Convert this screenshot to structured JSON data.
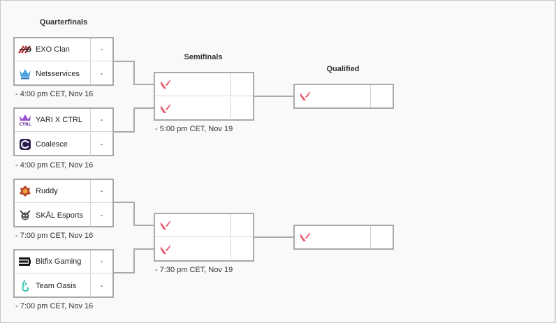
{
  "rounds": {
    "quarterfinals": "Quarterfinals",
    "semifinals": "Semifinals",
    "qualified": "Qualified"
  },
  "quarterfinals": [
    {
      "team1": {
        "name": "EXO Clan",
        "score": "-",
        "icon": "exo-clan-logo-icon"
      },
      "team2": {
        "name": "Netsservices",
        "score": "-",
        "icon": "netsservices-logo-icon"
      },
      "date": "-  4:00 pm CET, Nov 16"
    },
    {
      "team1": {
        "name": "YARI X CTRL",
        "score": "-",
        "icon": "yari-ctrl-logo-icon"
      },
      "team2": {
        "name": "Coalesce",
        "score": "-",
        "icon": "coalesce-logo-icon"
      },
      "date": "-  4:00 pm CET, Nov 16"
    },
    {
      "team1": {
        "name": "Ruddy",
        "score": "-",
        "icon": "ruddy-logo-icon"
      },
      "team2": {
        "name": "SKÅL Esports",
        "score": "-",
        "icon": "skal-logo-icon"
      },
      "date": "-  7:00 pm CET, Nov 16"
    },
    {
      "team1": {
        "name": "Bitfix Gaming",
        "score": "-",
        "icon": "bitfix-logo-icon"
      },
      "team2": {
        "name": "Team Oasis",
        "score": "-",
        "icon": "team-oasis-logo-icon"
      },
      "date": "-  7:00 pm CET, Nov 16"
    }
  ],
  "semifinals": [
    {
      "date": "-  5:00 pm CET, Nov 19"
    },
    {
      "date": "-  7:30 pm CET, Nov 19"
    }
  ],
  "colors": {
    "valorant_red": "#e8576b",
    "border": "#a9a9a9",
    "background": "#f9f9f9"
  },
  "placeholder_icon": "valorant-logo-icon"
}
